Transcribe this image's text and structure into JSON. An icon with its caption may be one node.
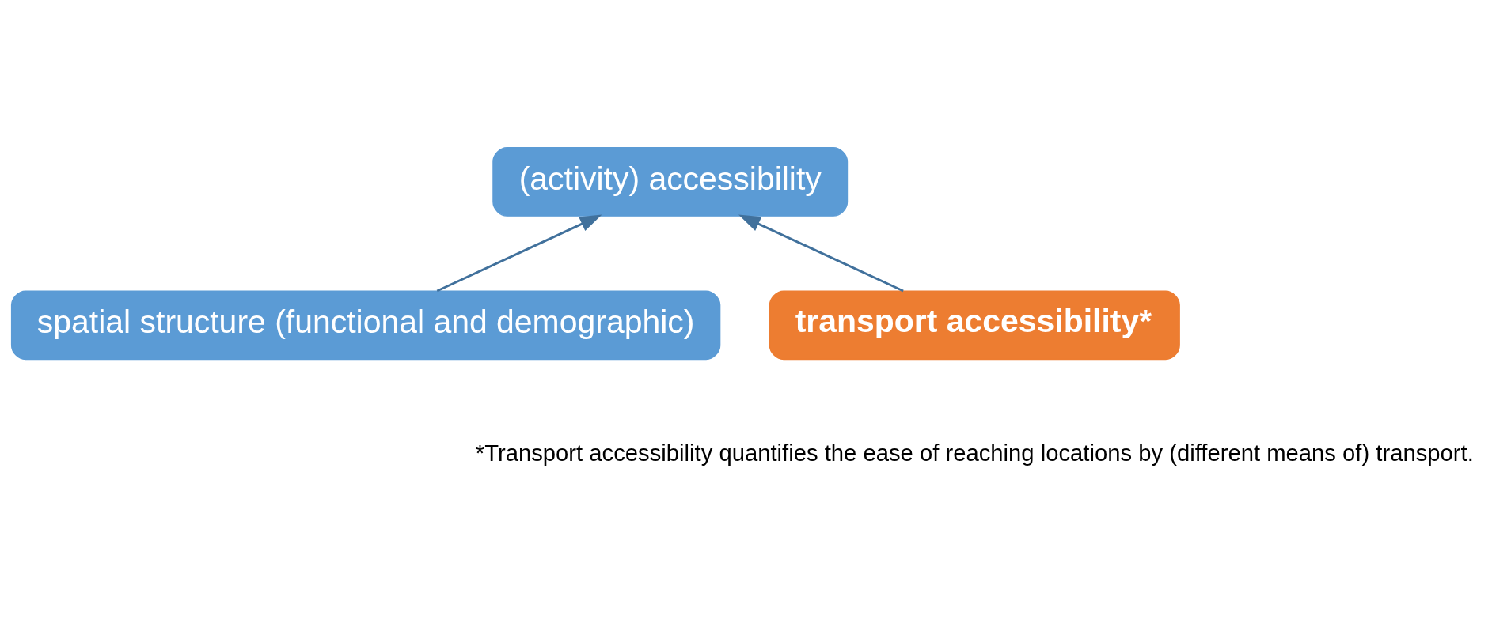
{
  "diagram": {
    "nodes": [
      {
        "text": [
          "(activity) accessibility"
        ]
      },
      {
        "text": [
          "spatial structure (functional and demographic)"
        ]
      },
      {
        "text": [
          "transport accessibility*"
        ]
      }
    ],
    "edges": [
      {
        "from": 1,
        "to": 0,
        "arrow": "to"
      },
      {
        "from": 2,
        "to": 0,
        "arrow": "to"
      }
    ],
    "labels": [
      "*Transport accessibility quantifies the ease of reaching locations by (different means of) transport."
    ]
  }
}
